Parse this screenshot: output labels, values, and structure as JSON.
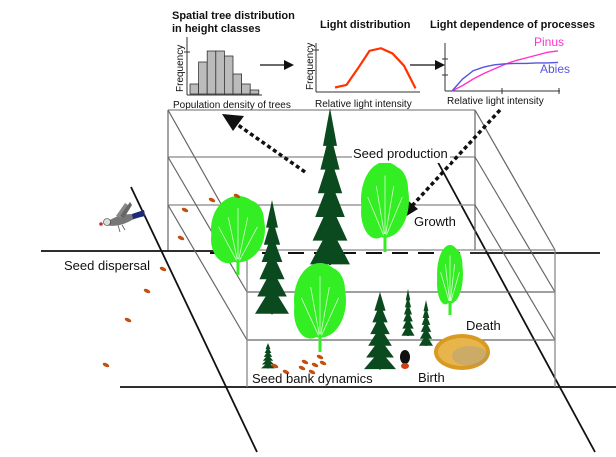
{
  "panels": {
    "height_distribution": {
      "title_line1": "Spatial tree distribution",
      "title_line2": "in height classes",
      "ylabel": "Frequency",
      "xlabel": "Population density of trees"
    },
    "light_distribution": {
      "title": "Light distribution",
      "ylabel": "Frequency",
      "xlabel": "Relative light intensity"
    },
    "light_dependence": {
      "title": "Light dependence of processes",
      "xlabel": "Relative light intensity"
    }
  },
  "chart_data": [
    {
      "type": "bar",
      "title": "Spatial tree distribution in height classes",
      "xlabel": "Population density of trees",
      "ylabel": "Frequency",
      "values": [
        1.0,
        3.2,
        4.3,
        4.3,
        3.8,
        2.0,
        1.0,
        0.4
      ],
      "ylim": [
        0,
        5
      ],
      "color": "#bbbbbb"
    },
    {
      "type": "line",
      "title": "Light distribution",
      "xlabel": "Relative light intensity",
      "ylabel": "Frequency",
      "x": [
        0,
        1,
        2,
        3,
        4,
        5,
        6,
        7
      ],
      "values": [
        0.4,
        0.7,
        2.6,
        4.6,
        4.9,
        4.3,
        2.9,
        0.3
      ],
      "ylim": [
        0,
        5.5
      ],
      "color": "#ff3300"
    },
    {
      "type": "line",
      "title": "Light dependence of processes",
      "xlabel": "Relative light intensity",
      "ylabel": "",
      "x": [
        0,
        1,
        2,
        3,
        4,
        5,
        6,
        7,
        8,
        9,
        10
      ],
      "ylim": [
        0,
        5
      ],
      "series": [
        {
          "name": "Pinus",
          "color": "#ff33cc",
          "values": [
            0,
            0.6,
            1.3,
            1.9,
            2.4,
            2.9,
            3.3,
            3.6,
            3.9,
            4.2,
            4.35
          ]
        },
        {
          "name": "Abies",
          "color": "#5555dd",
          "values": [
            0,
            1.3,
            2.2,
            2.6,
            2.85,
            2.95,
            3.0,
            3.0,
            3.05,
            3.05,
            3.1
          ]
        }
      ]
    }
  ],
  "labels": {
    "seed_production": "Seed production",
    "growth": "Growth",
    "seed_dispersal": "Seed dispersal",
    "death": "Death",
    "birth": "Birth",
    "seed_bank": "Seed bank dynamics"
  },
  "colors": {
    "conifer": "#0b4a1e",
    "deciduous": "#33ee22",
    "seed": "#c05010",
    "dead_tree": "#d89a20",
    "light_curve": "#ff3300",
    "pinus": "#ff33cc",
    "abies": "#5555dd"
  }
}
